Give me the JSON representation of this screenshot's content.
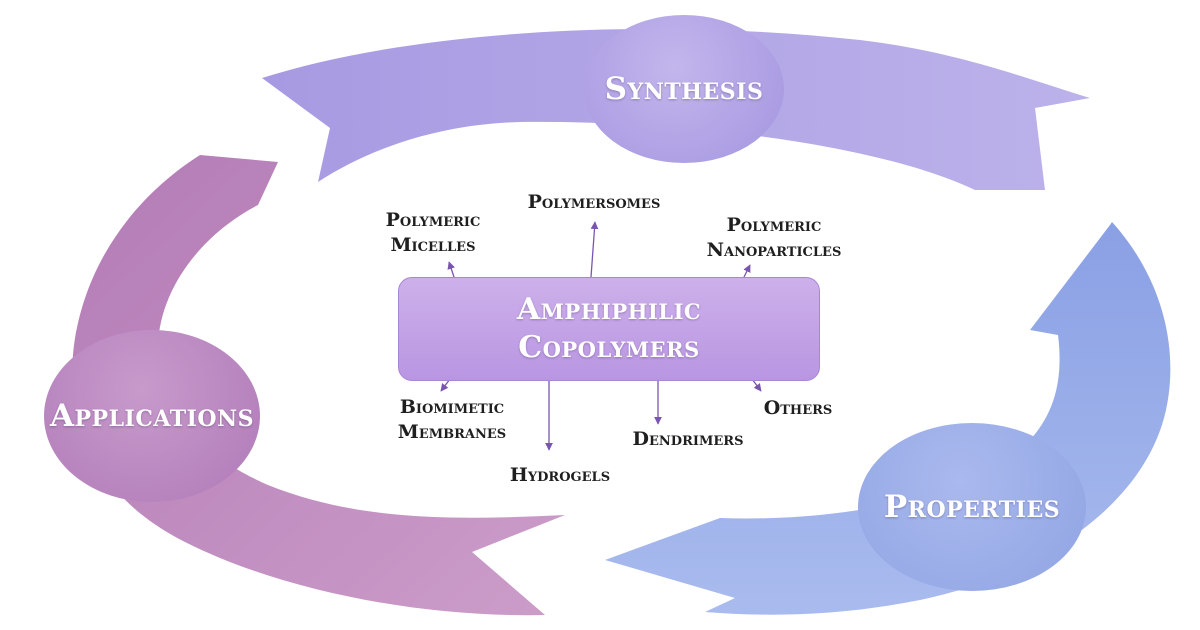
{
  "cycle": {
    "synthesis": "Synthesis",
    "properties": "Properties",
    "applications": "Applications"
  },
  "center": {
    "line1": "Amphiphilic",
    "line2": "Copolymers"
  },
  "types": {
    "polymeric_micelles": [
      "Polymeric",
      "Micelles"
    ],
    "polymersomes": "Polymersomes",
    "polymeric_nanoparticles": [
      "Polymeric",
      "Nanoparticles"
    ],
    "biomimetic_membranes": [
      "Biomimetic",
      "Membranes"
    ],
    "hydrogels": "Hydrogels",
    "dendrimers": "Dendrimers",
    "others": "Others"
  },
  "colors": {
    "synthesis": "#a99ae3",
    "properties": "#93a7e5",
    "applications": "#b47dbb",
    "center": "#c4a4e6",
    "connector": "#7a55b0"
  }
}
